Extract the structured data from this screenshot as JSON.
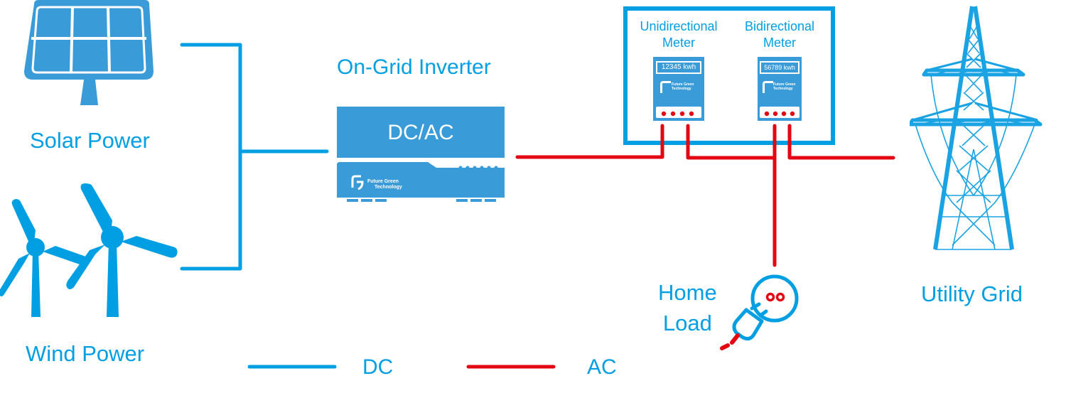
{
  "colors": {
    "dc": "#009fe3",
    "ac": "#e30613",
    "device_fill": "#3a9bd9",
    "text": "#009fe3"
  },
  "sources": {
    "solar": {
      "label": "Solar Power",
      "icon": "solar-panel-icon"
    },
    "wind": {
      "label": "Wind Power",
      "icon": "wind-turbine-icon"
    }
  },
  "inverter": {
    "title": "On-Grid Inverter",
    "function_label": "DC/AC",
    "brand_line1": "Future Green",
    "brand_line2": "Technology",
    "indicator_leds": 6
  },
  "meters": {
    "unidirectional": {
      "title_line1": "Unidirectional",
      "title_line2": "Meter",
      "reading": "12345 kwh",
      "brand_line1": "Future Green",
      "brand_line2": "Technology",
      "terminals": 4
    },
    "bidirectional": {
      "title_line1": "Bidirectional",
      "title_line2": "Meter",
      "reading": "56789 kwh",
      "brand_line1": "Future Green",
      "brand_line2": "Technology",
      "terminals": 4
    }
  },
  "load": {
    "label_line1": "Home",
    "label_line2": "Load",
    "icon": "power-plug-icon"
  },
  "grid": {
    "label": "Utility Grid",
    "icon": "transmission-tower-icon"
  },
  "legend": [
    {
      "label": "DC",
      "color": "#009fe3"
    },
    {
      "label": "AC",
      "color": "#e30613"
    }
  ]
}
